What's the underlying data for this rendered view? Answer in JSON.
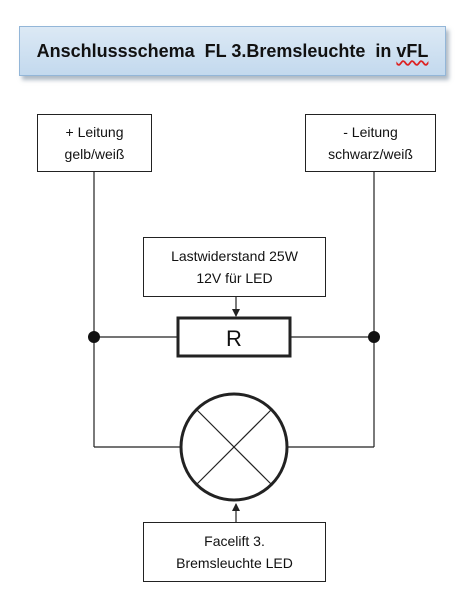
{
  "title": {
    "main": "Anschlussschema  FL 3.Bremsleuchte  in ",
    "tail": "vFL"
  },
  "plus_box": {
    "line1": "+ Leitung",
    "line2": "gelb/weiß"
  },
  "minus_box": {
    "line1": "- Leitung",
    "line2": "schwarz/weiß"
  },
  "load_box": {
    "line1": "Lastwiderstand 25W",
    "line2": "12V für LED"
  },
  "resistor": {
    "label": "R"
  },
  "lamp_box": {
    "line1": "Facelift 3.",
    "line2": "Bremsleuchte LED"
  },
  "colors": {
    "title_bg": "#c9dcef",
    "title_border": "#93b6d8",
    "wire": "#222222"
  }
}
